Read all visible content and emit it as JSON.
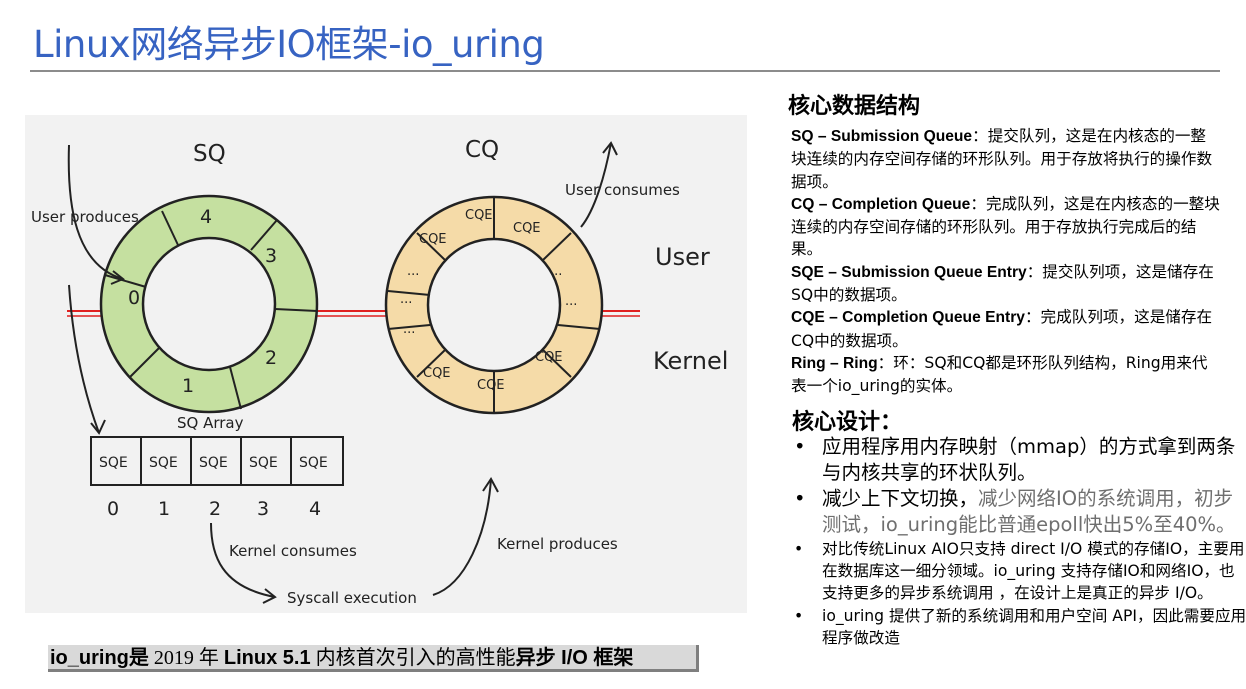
{
  "title": "Linux网络异步IO框架-io_uring",
  "diagram": {
    "sq_label": "SQ",
    "cq_label": "CQ",
    "user_label": "User",
    "kernel_label": "Kernel",
    "user_produces": "User produces",
    "user_consumes": "User consumes",
    "sq_slots": [
      "4",
      "3",
      "0",
      "2",
      "1"
    ],
    "cqe_label": "CQE",
    "ellipsis": "...",
    "sq_array_label": "SQ Array",
    "sq_array_cells": [
      "SQE",
      "SQE",
      "SQE",
      "SQE",
      "SQE"
    ],
    "sq_array_indices": [
      "0",
      "1",
      "2",
      "3",
      "4"
    ],
    "kernel_consumes": "Kernel consumes",
    "syscall_execution": "Syscall execution",
    "kernel_produces": "Kernel produces",
    "colors": {
      "sq_ring": "#c5e0a0",
      "cq_ring": "#f5dba8",
      "kernel_line": "#e02020"
    }
  },
  "caption": {
    "part1": "io_uring是",
    "part2": " 2019 年 ",
    "part3": "Linux 5.1",
    "part4": " 内核首次引入的高性能",
    "part5": "异步 I/O 框架"
  },
  "struct": {
    "heading": "核心数据结构",
    "items": [
      {
        "term": "SQ – Submission Queue",
        "desc": "：提交队列，这是在内核态的一整块连续的内存空间存储的环形队列。用于存放将执行的操作数据项。"
      },
      {
        "term": "CQ – Completion Queue",
        "desc": "：完成队列，这是在内核态的一整块连续的内存空间存储的环形队列。用于存放执行完成后的结果。"
      },
      {
        "term": "SQE – Submission Queue Entry",
        "desc": "：提交队列项，这是储存在SQ中的数据项。"
      },
      {
        "term": "CQE – Completion Queue Entry",
        "desc": "：完成队列项，这是储存在CQ中的数据项。"
      },
      {
        "term": "Ring – Ring",
        "desc": "：环：SQ和CQ都是环形队列结构，Ring用来代表一个io_uring的实体。"
      }
    ]
  },
  "design": {
    "heading": "核心设计：",
    "b1": "应用程序用内存映射（mmap）的方式拿到两条与内核共享的环状队列。",
    "b2a": "减少上下文切换，",
    "b2b": "减少网络IO的系统调用，初步测试，io_uring能比普通epoll快出5%至40%。",
    "b3": "对比传统Linux AIO只支持 direct I/O 模式的存储IO，主要用在数据库这一细分领域。io_uring 支持存储IO和网络IO，也支持更多的异步系统调用 ，在设计上是真正的异步 I/O。",
    "b4": "io_uring 提供了新的系统调用和用户空间 API，因此需要应用程序做改造"
  }
}
